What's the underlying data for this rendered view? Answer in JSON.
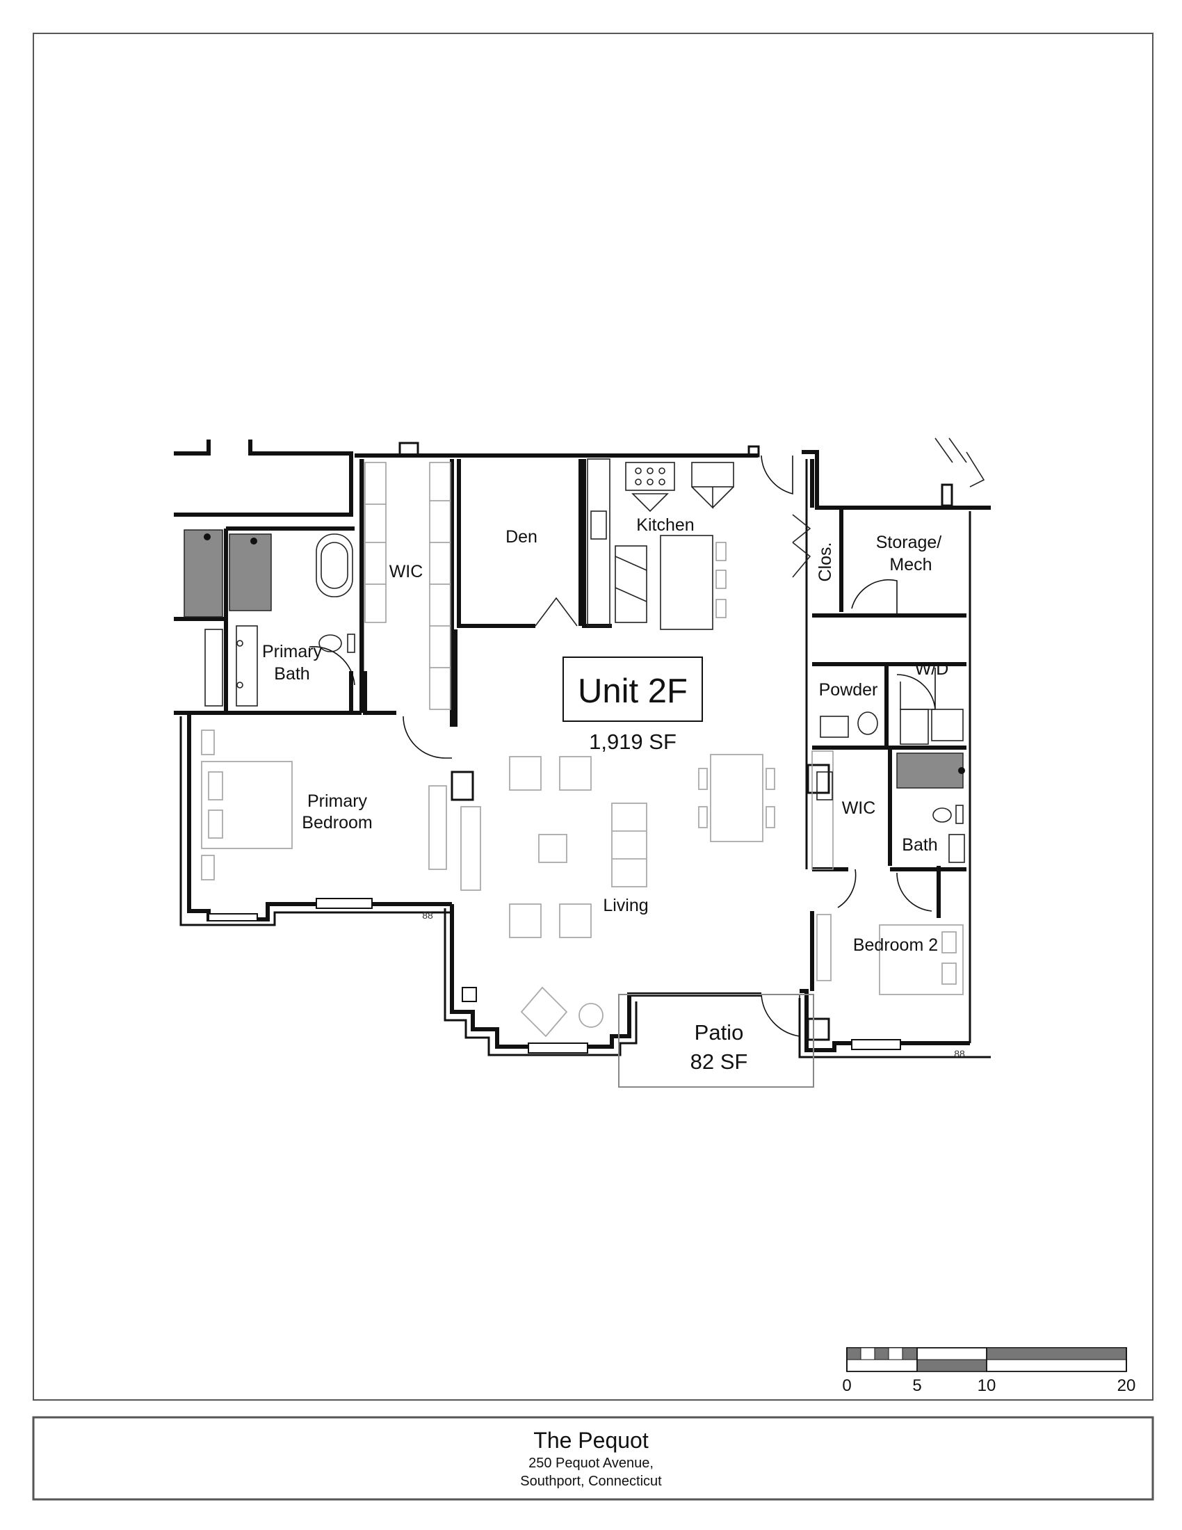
{
  "unit": {
    "name": "Unit 2F",
    "area": "1,919 SF"
  },
  "rooms": {
    "den": "Den",
    "kitchen": "Kitchen",
    "wic_primary": "WIC",
    "primary_bath_line1": "Primary",
    "primary_bath_line2": "Bath",
    "primary_bedroom_line1": "Primary",
    "primary_bedroom_line2": "Bedroom",
    "living": "Living",
    "closet": "Clos.",
    "storage_line1": "Storage/",
    "storage_line2": "Mech",
    "wd": "W/D",
    "powder": "Powder",
    "wic_secondary": "WIC",
    "bath": "Bath",
    "bedroom2": "Bedroom 2",
    "patio": "Patio",
    "patio_area": "82 SF",
    "marker_left": "88",
    "marker_right": "88"
  },
  "scale_bar": {
    "ticks": [
      "0",
      "5",
      "10",
      "20"
    ]
  },
  "title_block": {
    "title": "The Pequot",
    "address_line1": "250 Pequot Avenue,",
    "address_line2": "Southport, Connecticut"
  },
  "colors": {
    "wall": "#111111",
    "tile": "#8a8a8a",
    "furniture": "#aaaaaa",
    "scale_fill": "#777777"
  }
}
